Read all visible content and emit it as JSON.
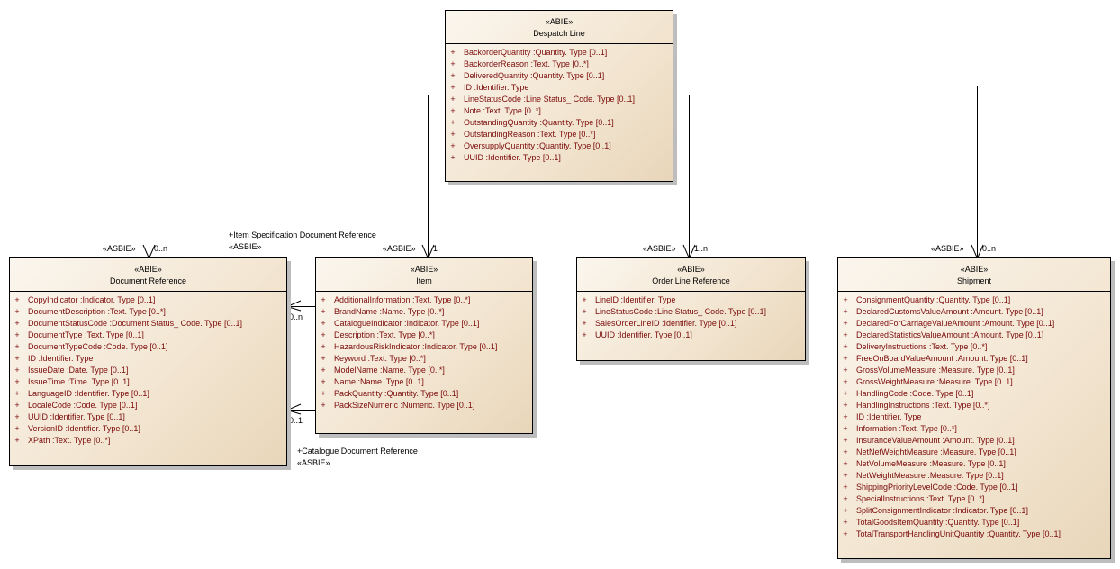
{
  "classes": {
    "despatch_line": {
      "stereotype": "«ABIE»",
      "name": "Despatch Line",
      "attributes": [
        {
          "vis": "+",
          "text": "BackorderQuantity  :Quantity. Type [0..1]"
        },
        {
          "vis": "+",
          "text": "BackorderReason  :Text. Type [0..*]"
        },
        {
          "vis": "+",
          "text": "DeliveredQuantity  :Quantity. Type [0..1]"
        },
        {
          "vis": "+",
          "text": "ID  :Identifier. Type"
        },
        {
          "vis": "+",
          "text": "LineStatusCode  :Line Status_ Code. Type [0..1]"
        },
        {
          "vis": "+",
          "text": "Note  :Text. Type [0..*]"
        },
        {
          "vis": "+",
          "text": "OutstandingQuantity  :Quantity. Type [0..1]"
        },
        {
          "vis": "+",
          "text": "OutstandingReason  :Text. Type [0..*]"
        },
        {
          "vis": "+",
          "text": "OversupplyQuantity  :Quantity. Type [0..1]"
        },
        {
          "vis": "+",
          "text": "UUID  :Identifier. Type [0..1]"
        }
      ]
    },
    "document_reference": {
      "stereotype": "«ABIE»",
      "name": "Document Reference",
      "attributes": [
        {
          "vis": "+",
          "text": "CopyIndicator  :Indicator. Type [0..1]"
        },
        {
          "vis": "+",
          "text": "DocumentDescription  :Text. Type [0..*]"
        },
        {
          "vis": "+",
          "text": "DocumentStatusCode  :Document Status_ Code. Type [0..1]"
        },
        {
          "vis": "+",
          "text": "DocumentType  :Text. Type [0..1]"
        },
        {
          "vis": "+",
          "text": "DocumentTypeCode  :Code. Type [0..1]"
        },
        {
          "vis": "+",
          "text": "ID  :Identifier. Type"
        },
        {
          "vis": "+",
          "text": "IssueDate  :Date. Type [0..1]"
        },
        {
          "vis": "+",
          "text": "IssueTime  :Time. Type [0..1]"
        },
        {
          "vis": "+",
          "text": "LanguageID  :Identifier. Type [0..1]"
        },
        {
          "vis": "+",
          "text": "LocaleCode  :Code. Type [0..1]"
        },
        {
          "vis": "+",
          "text": "UUID  :Identifier. Type [0..1]"
        },
        {
          "vis": "+",
          "text": "VersionID  :Identifier. Type [0..1]"
        },
        {
          "vis": "+",
          "text": "XPath  :Text. Type [0..*]"
        }
      ]
    },
    "item": {
      "stereotype": "«ABIE»",
      "name": "Item",
      "attributes": [
        {
          "vis": "+",
          "text": "AdditionalInformation  :Text. Type [0..*]"
        },
        {
          "vis": "+",
          "text": "BrandName  :Name. Type [0..*]"
        },
        {
          "vis": "+",
          "text": "CatalogueIndicator  :Indicator. Type [0..1]"
        },
        {
          "vis": "+",
          "text": "Description  :Text. Type [0..*]"
        },
        {
          "vis": "+",
          "text": "HazardousRiskIndicator  :Indicator. Type [0..1]"
        },
        {
          "vis": "+",
          "text": "Keyword  :Text. Type [0..*]"
        },
        {
          "vis": "+",
          "text": "ModelName  :Name. Type [0..*]"
        },
        {
          "vis": "+",
          "text": "Name  :Name. Type [0..1]"
        },
        {
          "vis": "+",
          "text": "PackQuantity  :Quantity. Type [0..1]"
        },
        {
          "vis": "+",
          "text": "PackSizeNumeric  :Numeric. Type [0..1]"
        }
      ]
    },
    "order_line_reference": {
      "stereotype": "«ABIE»",
      "name": "Order Line Reference",
      "attributes": [
        {
          "vis": "+",
          "text": "LineID  :Identifier. Type"
        },
        {
          "vis": "+",
          "text": "LineStatusCode  :Line Status_ Code. Type [0..1]"
        },
        {
          "vis": "+",
          "text": "SalesOrderLineID  :Identifier. Type [0..1]"
        },
        {
          "vis": "+",
          "text": "UUID  :Identifier. Type [0..1]"
        }
      ]
    },
    "shipment": {
      "stereotype": "«ABIE»",
      "name": "Shipment",
      "attributes": [
        {
          "vis": "+",
          "text": "ConsignmentQuantity  :Quantity. Type [0..1]"
        },
        {
          "vis": "+",
          "text": "DeclaredCustomsValueAmount  :Amount. Type [0..1]"
        },
        {
          "vis": "+",
          "text": "DeclaredForCarriageValueAmount  :Amount. Type [0..1]"
        },
        {
          "vis": "+",
          "text": "DeclaredStatisticsValueAmount  :Amount. Type [0..1]"
        },
        {
          "vis": "+",
          "text": "DeliveryInstructions  :Text. Type [0..*]"
        },
        {
          "vis": "+",
          "text": "FreeOnBoardValueAmount  :Amount. Type [0..1]"
        },
        {
          "vis": "+",
          "text": "GrossVolumeMeasure  :Measure. Type [0..1]"
        },
        {
          "vis": "+",
          "text": "GrossWeightMeasure  :Measure. Type [0..1]"
        },
        {
          "vis": "+",
          "text": "HandlingCode  :Code. Type [0..1]"
        },
        {
          "vis": "+",
          "text": "HandlingInstructions  :Text. Type [0..*]"
        },
        {
          "vis": "+",
          "text": "ID  :Identifier. Type"
        },
        {
          "vis": "+",
          "text": "Information  :Text. Type [0..*]"
        },
        {
          "vis": "+",
          "text": "InsuranceValueAmount  :Amount. Type [0..1]"
        },
        {
          "vis": "+",
          "text": "NetNetWeightMeasure  :Measure. Type [0..1]"
        },
        {
          "vis": "+",
          "text": "NetVolumeMeasure  :Measure. Type [0..1]"
        },
        {
          "vis": "+",
          "text": "NetWeightMeasure  :Measure. Type [0..1]"
        },
        {
          "vis": "+",
          "text": "ShippingPriorityLevelCode  :Code. Type [0..1]"
        },
        {
          "vis": "+",
          "text": "SpecialInstructions  :Text. Type [0..*]"
        },
        {
          "vis": "+",
          "text": "SplitConsignmentIndicator  :Indicator. Type [0..1]"
        },
        {
          "vis": "+",
          "text": "TotalGoodsItemQuantity  :Quantity. Type [0..1]"
        },
        {
          "vis": "+",
          "text": "TotalTransportHandlingUnitQuantity  :Quantity. Type [0..1]"
        }
      ]
    }
  },
  "associations": {
    "to_document_reference": {
      "stereotype": "«ASBIE»",
      "multiplicity": "0..n"
    },
    "to_item": {
      "stereotype": "«ASBIE»",
      "multiplicity": "1"
    },
    "to_order_line_reference": {
      "stereotype": "«ASBIE»",
      "multiplicity": "1..n"
    },
    "to_shipment": {
      "stereotype": "«ASBIE»",
      "multiplicity": "0..n"
    },
    "item_spec_doc_ref": {
      "role": "+Item Specification Document Reference",
      "stereotype": "«ASBIE»",
      "multiplicity": "0..n"
    },
    "catalogue_doc_ref": {
      "role": "+Catalogue Document Reference",
      "stereotype": "«ASBIE»",
      "multiplicity": "0..1"
    }
  }
}
